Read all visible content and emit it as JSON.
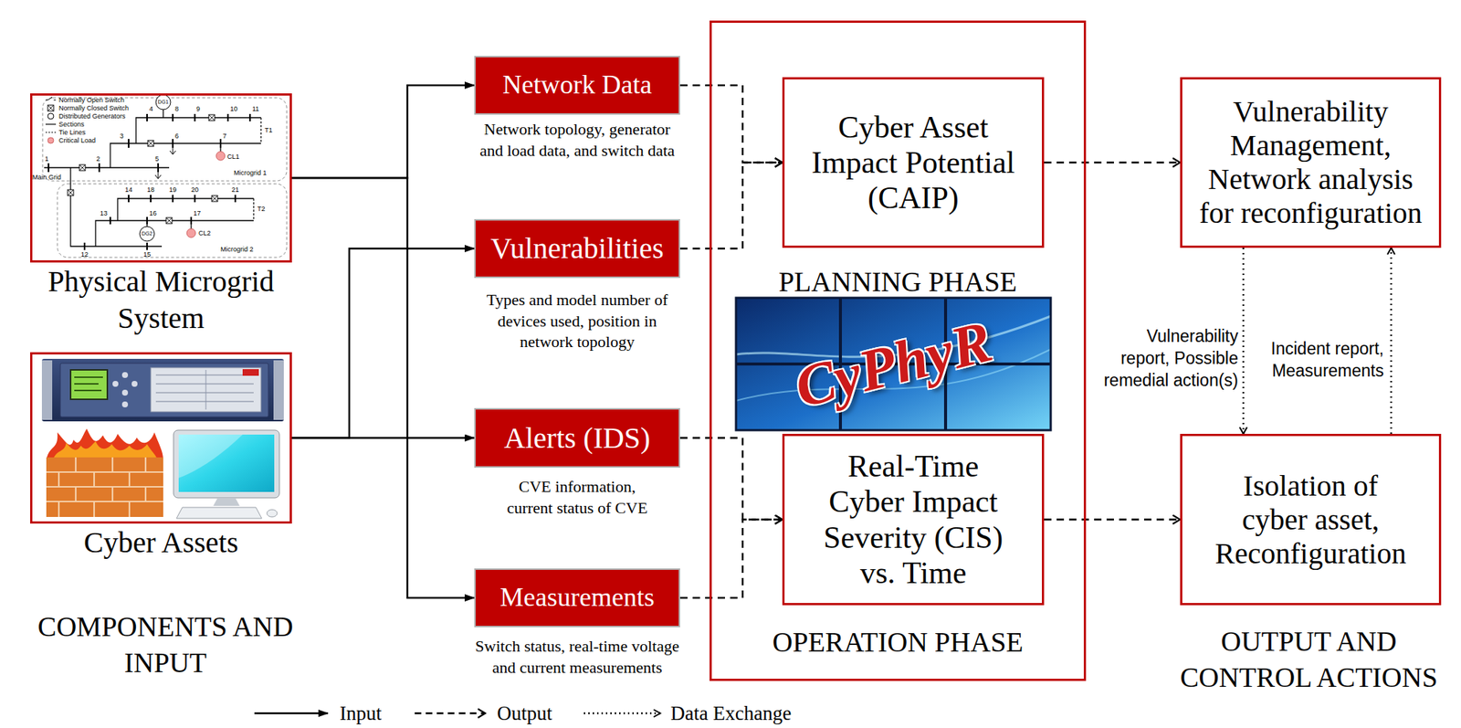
{
  "diagram": {
    "nodes": [
      {
        "text": [
          "Physical Microgrid System"
        ]
      },
      {
        "text": [
          "Cyber Assets"
        ]
      },
      {
        "text": [
          "Network Data",
          "Network topology, generator and load data, and switch data"
        ]
      },
      {
        "text": [
          "Vulnerabilities",
          "Types and model number of devices used, position in network topology"
        ]
      },
      {
        "text": [
          "Alerts (IDS)",
          "CVE information, current status of CVE"
        ]
      },
      {
        "text": [
          "Measurements",
          "Switch status, real-time voltage and current measurements"
        ]
      },
      {
        "text": [
          "PLANNING PHASE",
          "CyPhyR",
          "OPERATION PHASE"
        ]
      },
      {
        "text": [
          "Cyber Asset Impact Potential (CAIP)"
        ],
        "in": 6
      },
      {
        "text": [
          "Real-Time Cyber Impact Severity (CIS) vs. Time"
        ],
        "in": 6
      },
      {
        "text": [
          "Vulnerability Management, Network analysis for reconfiguration"
        ]
      },
      {
        "text": [
          "Isolation of cyber asset, Reconfiguration"
        ]
      }
    ],
    "edges": [
      {
        "from": 0,
        "to": 2,
        "arrow": "to"
      },
      {
        "from": 0,
        "to": 5,
        "arrow": "to"
      },
      {
        "from": 1,
        "to": 3,
        "arrow": "to"
      },
      {
        "from": 1,
        "to": 4,
        "arrow": "to"
      },
      {
        "from": 2,
        "to": 7,
        "arrow": "to"
      },
      {
        "from": 3,
        "to": 7,
        "arrow": "to"
      },
      {
        "from": 4,
        "to": 8,
        "arrow": "to"
      },
      {
        "from": 5,
        "to": 8,
        "arrow": "to"
      },
      {
        "from": 7,
        "to": 9,
        "arrow": "to"
      },
      {
        "from": 8,
        "to": 10,
        "arrow": "to"
      },
      {
        "from": 9,
        "to": 10,
        "arrow": "to",
        "label": "Vulnerability report, Possible remedial action(s)"
      },
      {
        "from": 10,
        "to": 9,
        "arrow": "to",
        "label": "Incident report, Measurements"
      }
    ],
    "labels": [
      "COMPONENTS AND INPUT",
      "OUTPUT AND CONTROL ACTIONS",
      "Normally Open Switch",
      "Normally Closed Switch",
      "Distributed Generators",
      "Sections",
      "Tie Lines",
      "Critical Load",
      "1",
      "Main Grid",
      "2",
      "5",
      "3",
      "6",
      "7",
      "4",
      "8",
      "9",
      "10",
      "11",
      "DG1",
      "T1",
      "CL1",
      "Microgrid 1",
      "14",
      "18",
      "19",
      "20",
      "21",
      "T2",
      "13",
      "16",
      "17",
      "CL2",
      "DG2",
      "12",
      "15",
      "Microgrid 2"
    ],
    "legend": [
      {
        "text": "Input"
      },
      {
        "text": "Output"
      },
      {
        "text": "Data Exchange"
      }
    ]
  }
}
